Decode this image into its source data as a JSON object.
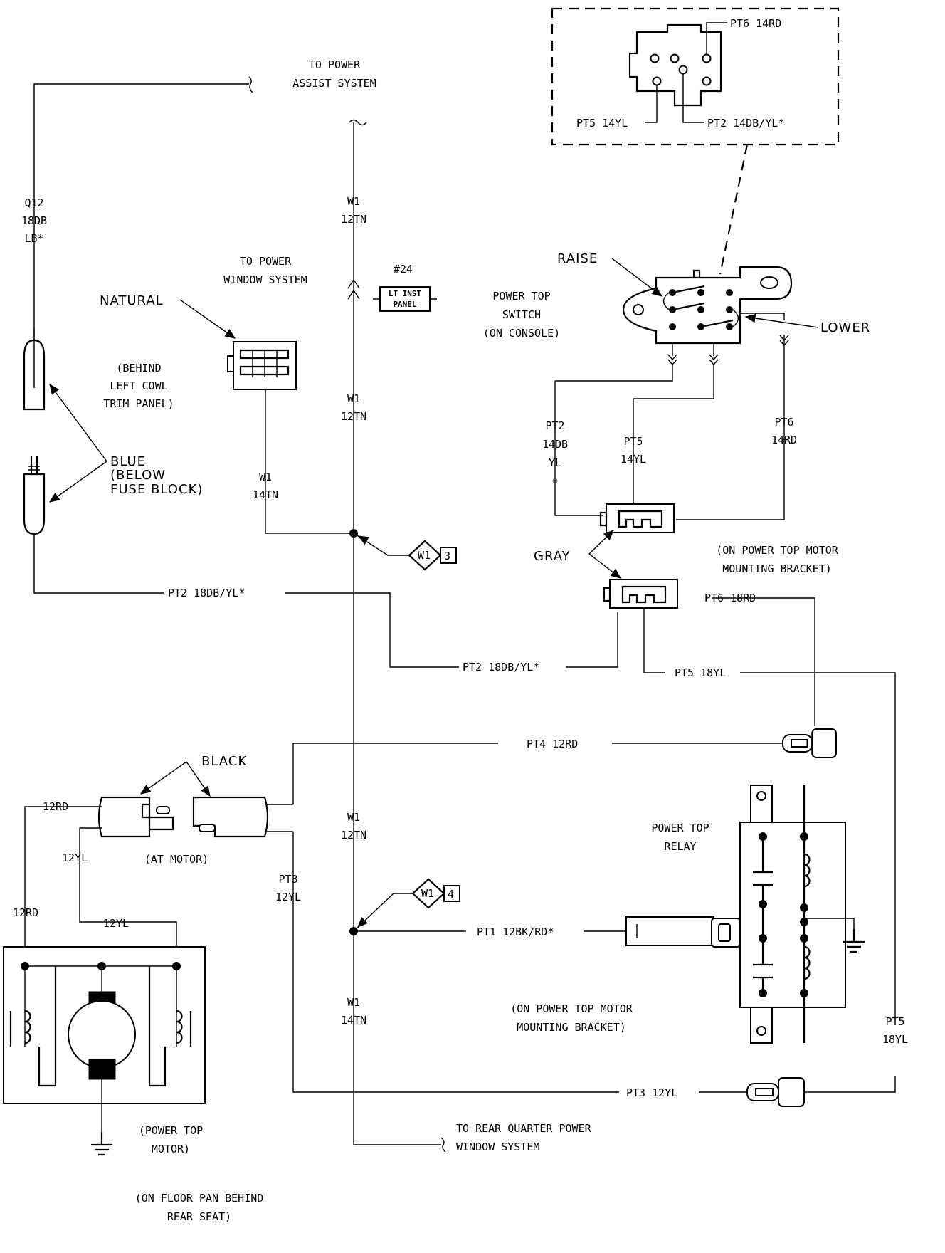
{
  "labels": {
    "to_power_assist_1": "TO POWER",
    "to_power_assist_2": "ASSIST SYSTEM",
    "q12_1": "Q12",
    "q12_2": "18DB",
    "q12_3": "LB*",
    "w1_top_1": "W1",
    "w1_top_2": "12TN",
    "to_power_window_1": "TO POWER",
    "to_power_window_2": "WINDOW SYSTEM",
    "natural": "NATURAL",
    "behind_1": "(BEHIND",
    "behind_2": "LEFT COWL",
    "behind_3": "TRIM PANEL)",
    "blue_1": "BLUE",
    "blue_2": "(BELOW",
    "blue_3": "FUSE BLOCK)",
    "fuse_number": "#24",
    "fuse_line_1": "LT INST",
    "fuse_line_2": "PANEL",
    "w1_mid_1": "W1",
    "w1_mid_2": "12TN",
    "w1_14tn_1": "W1",
    "w1_14tn_2": "14TN",
    "diamond_3_w": "W1",
    "diamond_3_n": "3",
    "pt2_left": "PT2 18DB/YL*",
    "pt2_bottom": "PT2 18DB/YL*",
    "pt6_top": "PT6 14RD",
    "pt5_top": "PT5 14YL",
    "pt2_top": "PT2 14DB/YL*",
    "raise": "RAISE",
    "lower": "LOWER",
    "power_top_switch_1": "POWER TOP",
    "power_top_switch_2": "SWITCH",
    "power_top_switch_3": "(ON CONSOLE)",
    "pt2_v_1": "PT2",
    "pt2_v_2": "14DB",
    "pt2_v_3": "YL",
    "pt2_v_4": "*",
    "pt5_v_1": "PT5",
    "pt5_v_2": "14YL",
    "pt6_v_1": "PT6",
    "pt6_v_2": "14RD",
    "gray": "GRAY",
    "bracket_1": "(ON POWER TOP MOTOR",
    "bracket_2": "MOUNTING BRACKET)",
    "pt6_18rd": "PT6 18RD",
    "pt5_18yl": "PT5 18YL",
    "pt4_12rd": "PT4 12RD",
    "black": "BLACK",
    "rd12_left": "12RD",
    "yl12_left": "12YL",
    "at_motor": "(AT MOTOR)",
    "pt3_v_1": "PT3",
    "pt3_v_2": "12YL",
    "w1_low_1": "W1",
    "w1_low_2": "12TN",
    "power_top_relay_1": "POWER TOP",
    "power_top_relay_2": "RELAY",
    "diamond_4_w": "W1",
    "diamond_4_n": "4",
    "pt1": "PT1 12BK/RD*",
    "rd12_motor": "12RD",
    "yl12_motor": "12YL",
    "w1_bottom_1": "W1",
    "w1_bottom_2": "14TN",
    "bracket2_1": "(ON POWER TOP MOTOR",
    "bracket2_2": "MOUNTING BRACKET)",
    "pt5_right_1": "PT5",
    "pt5_right_2": "18YL",
    "pt3_bottom": "PT3 12YL",
    "to_rear_1": "TO REAR QUARTER POWER",
    "to_rear_2": "WINDOW SYSTEM",
    "power_top_motor_1": "(POWER TOP",
    "power_top_motor_2": "MOTOR)",
    "floor_1": "(ON FLOOR PAN BEHIND",
    "floor_2": "REAR SEAT)"
  }
}
